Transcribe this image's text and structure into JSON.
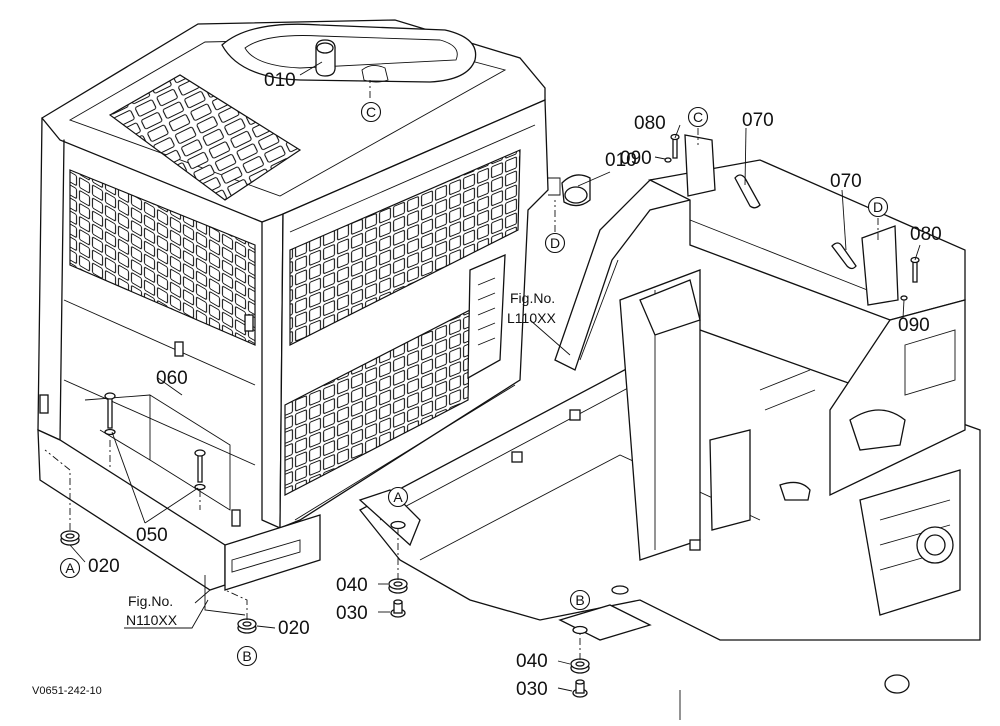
{
  "diagram_id": "V0651-242-10",
  "figure_refs": [
    {
      "id": "fig-l",
      "line1": "Fig.No.",
      "line2": "L110XX"
    },
    {
      "id": "fig-n",
      "line1": "Fig.No.",
      "line2": "N110XX"
    }
  ],
  "callouts": [
    {
      "id": "010a",
      "text": "010"
    },
    {
      "id": "010b",
      "text": "010"
    },
    {
      "id": "020a",
      "text": "020"
    },
    {
      "id": "020b",
      "text": "020"
    },
    {
      "id": "030a",
      "text": "030"
    },
    {
      "id": "030b",
      "text": "030"
    },
    {
      "id": "040a",
      "text": "040"
    },
    {
      "id": "040b",
      "text": "040"
    },
    {
      "id": "050",
      "text": "050"
    },
    {
      "id": "060",
      "text": "060"
    },
    {
      "id": "070a",
      "text": "070"
    },
    {
      "id": "070b",
      "text": "070"
    },
    {
      "id": "080a",
      "text": "080"
    },
    {
      "id": "080b",
      "text": "080"
    },
    {
      "id": "090a",
      "text": "090"
    },
    {
      "id": "090b",
      "text": "090"
    }
  ],
  "ref_markers": [
    {
      "id": "A1",
      "letter": "A"
    },
    {
      "id": "A2",
      "letter": "A"
    },
    {
      "id": "B1",
      "letter": "B"
    },
    {
      "id": "B2",
      "letter": "B"
    },
    {
      "id": "C1",
      "letter": "C"
    },
    {
      "id": "C2",
      "letter": "C"
    },
    {
      "id": "D1",
      "letter": "D"
    },
    {
      "id": "D2",
      "letter": "D"
    }
  ]
}
